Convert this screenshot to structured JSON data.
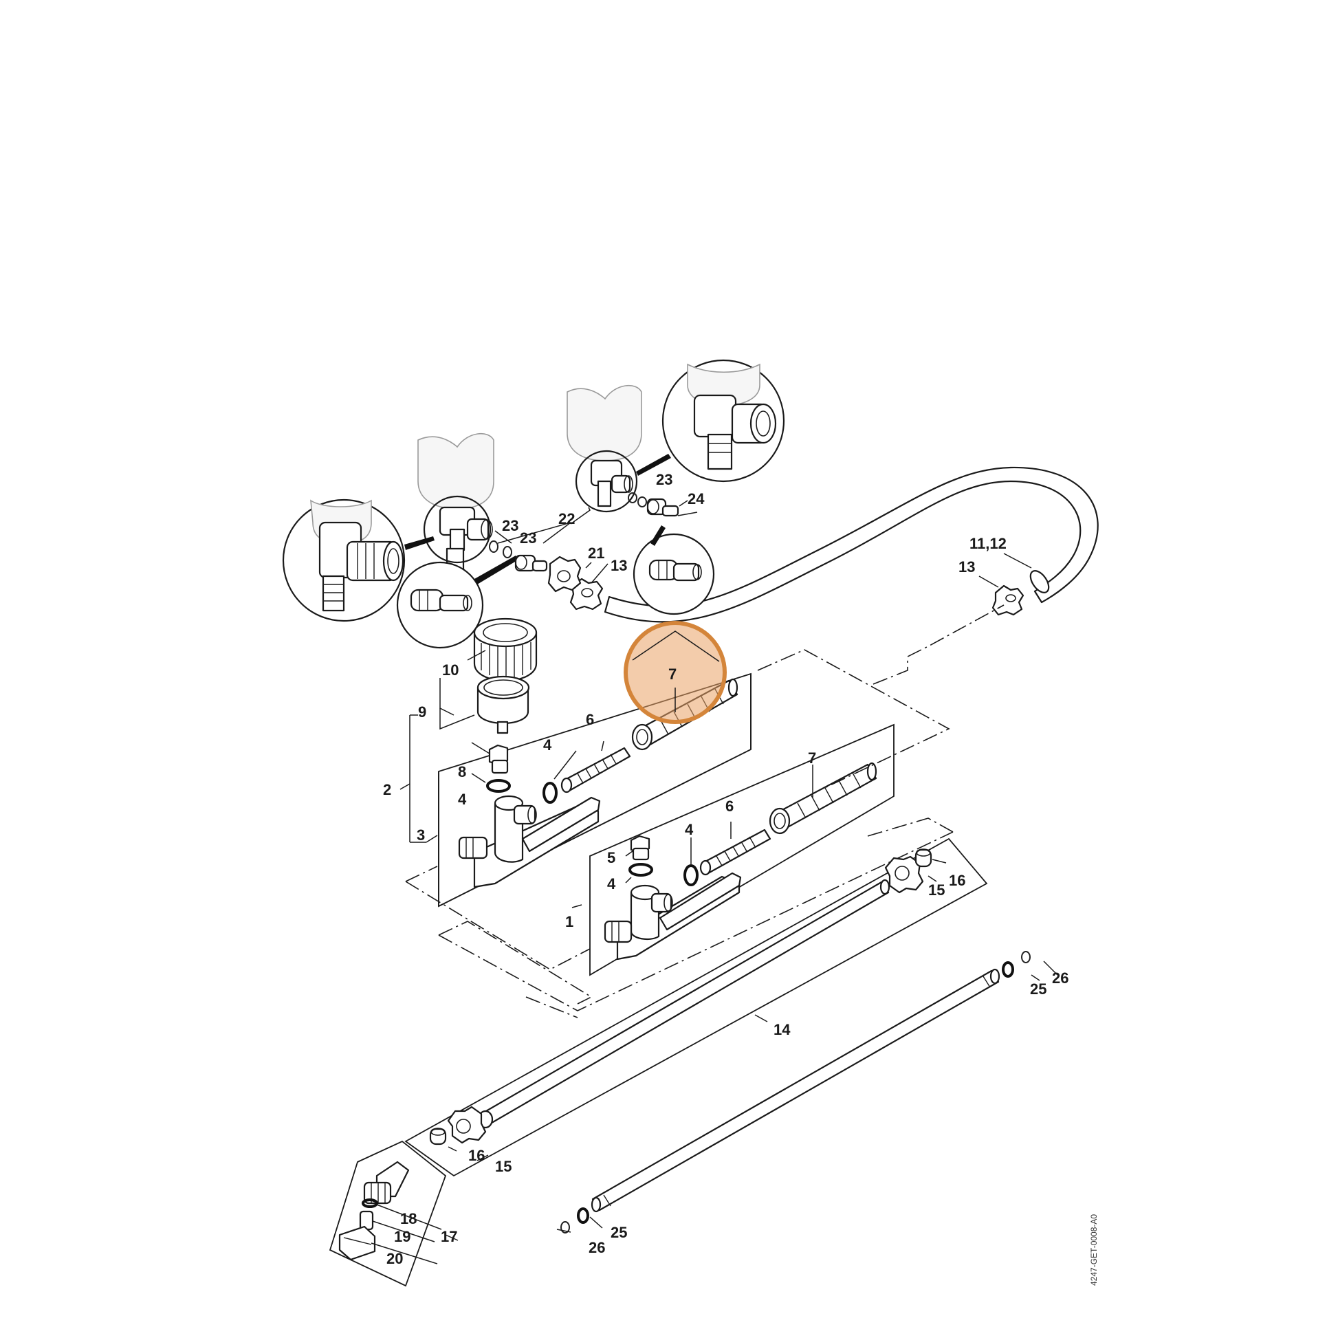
{
  "labels": {
    "l1": "1",
    "l2": "2",
    "l3": "3",
    "l4a": "4",
    "l4b": "4",
    "l4c": "4",
    "l4d": "4",
    "l5": "5",
    "l6a": "6",
    "l6b": "6",
    "l7a": "7",
    "l7b": "7",
    "l8": "8",
    "l9": "9",
    "l10": "10",
    "l1112": "11,12",
    "l13a": "13",
    "l13b": "13",
    "l14": "14",
    "l15a": "15",
    "l15b": "15",
    "l16a": "16",
    "l16b": "16",
    "l17": "17",
    "l18": "18",
    "l19": "19",
    "l20": "20",
    "l21": "21",
    "l22": "22",
    "l23a": "23",
    "l23b": "23",
    "l23c": "23",
    "l24": "24",
    "l25a": "25",
    "l25b": "25",
    "l26a": "26",
    "l26b": "26"
  },
  "document_id": "4247-GET-0008-A0",
  "highlight": {
    "part": "7",
    "color": "#E9A266"
  }
}
